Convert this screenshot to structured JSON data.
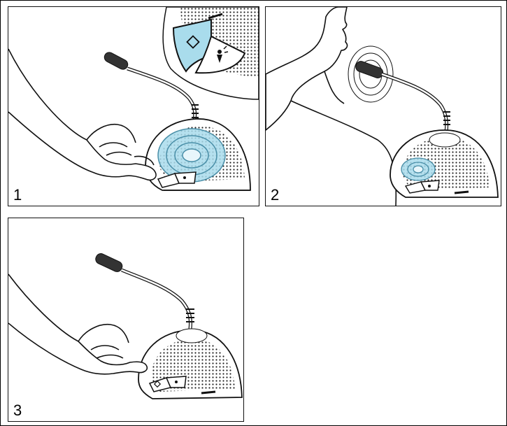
{
  "figure": {
    "panels": [
      {
        "number": "1"
      },
      {
        "number": "2"
      },
      {
        "number": "3"
      }
    ],
    "colors": {
      "line": "#111111",
      "highlight": "#a9dcec",
      "ring": "#4a8fa8"
    },
    "icons": [
      "diamond-icon",
      "microphone-speaker-icon"
    ]
  }
}
